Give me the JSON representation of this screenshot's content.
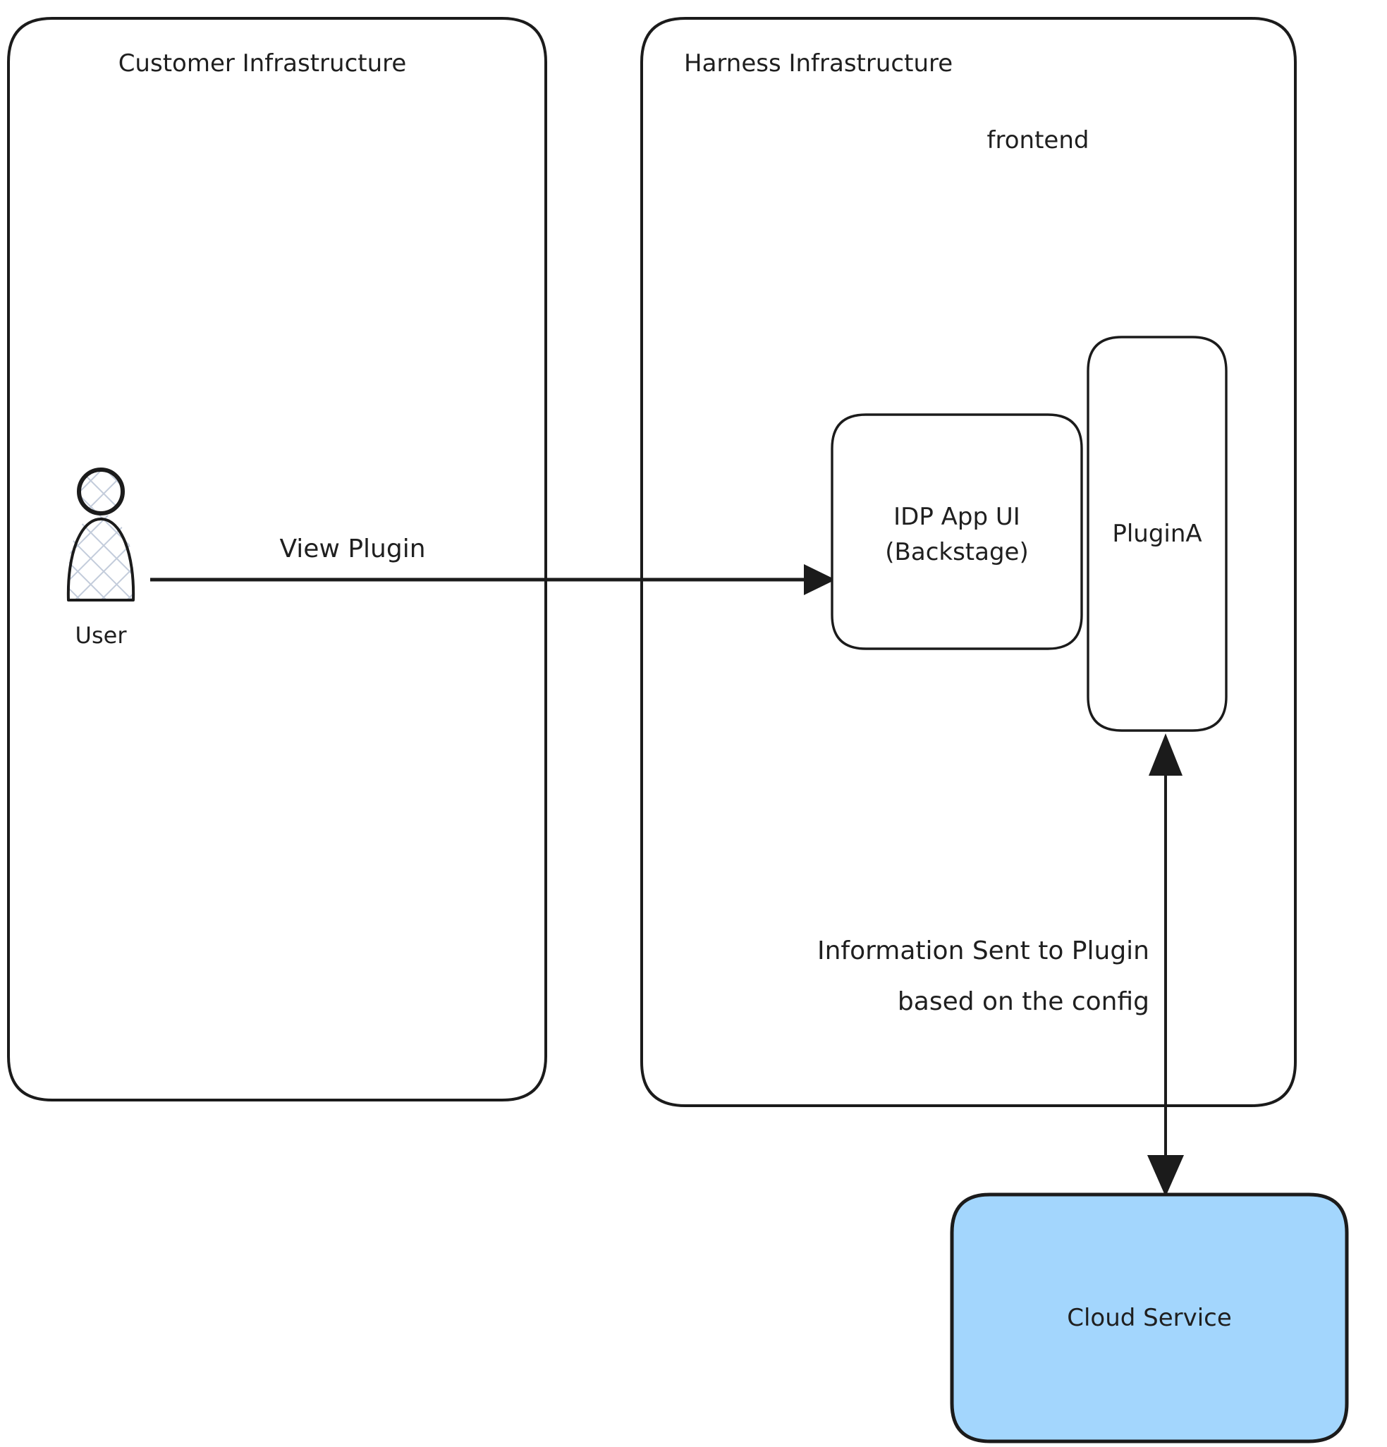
{
  "diagram": {
    "title": "",
    "type": "architecture-flow",
    "background_color": "#ffffff",
    "stroke_color": "#1b1b1b",
    "text_color": "#1f1f1f"
  },
  "containers": [
    {
      "id": "customer-infrastructure",
      "label": "Customer Infrastructure",
      "fill": "#ffffff",
      "border_color": "#1b1b1b"
    },
    {
      "id": "harness-infrastructure",
      "label": "Harness Infrastructure",
      "fill": "#ffffff",
      "border_color": "#1b1b1b"
    }
  ],
  "group_labels": [
    {
      "id": "frontend",
      "label": "frontend"
    }
  ],
  "nodes": [
    {
      "id": "user",
      "label": "User",
      "shape": "actor",
      "fill": "#ffffff",
      "pattern": "crosshatch"
    },
    {
      "id": "idp-app-ui",
      "label_line1": "IDP App UI",
      "label_line2": "(Backstage)",
      "shape": "rounded-rect",
      "fill": "#ffffff"
    },
    {
      "id": "plugin-a",
      "label": "PluginA",
      "shape": "rounded-rect",
      "fill": "#ffffff"
    },
    {
      "id": "cloud-service",
      "label": "Cloud Service",
      "shape": "rounded-rect",
      "fill": "#a3d6fd"
    }
  ],
  "edges": [
    {
      "id": "user-to-idp",
      "label": "View Plugin",
      "from": "user",
      "to": "idp-app-ui",
      "direction": "forward"
    },
    {
      "id": "plugin-to-cloud",
      "label_line1": "Information Sent to Plugin",
      "label_line2": "based on the config",
      "from": "cloud-service",
      "to": "plugin-a",
      "direction": "both"
    }
  ],
  "colors": {
    "cloud_service_fill": "#a3d6fd",
    "stroke": "#1b1b1b",
    "hatch": "#c3ccdb"
  }
}
